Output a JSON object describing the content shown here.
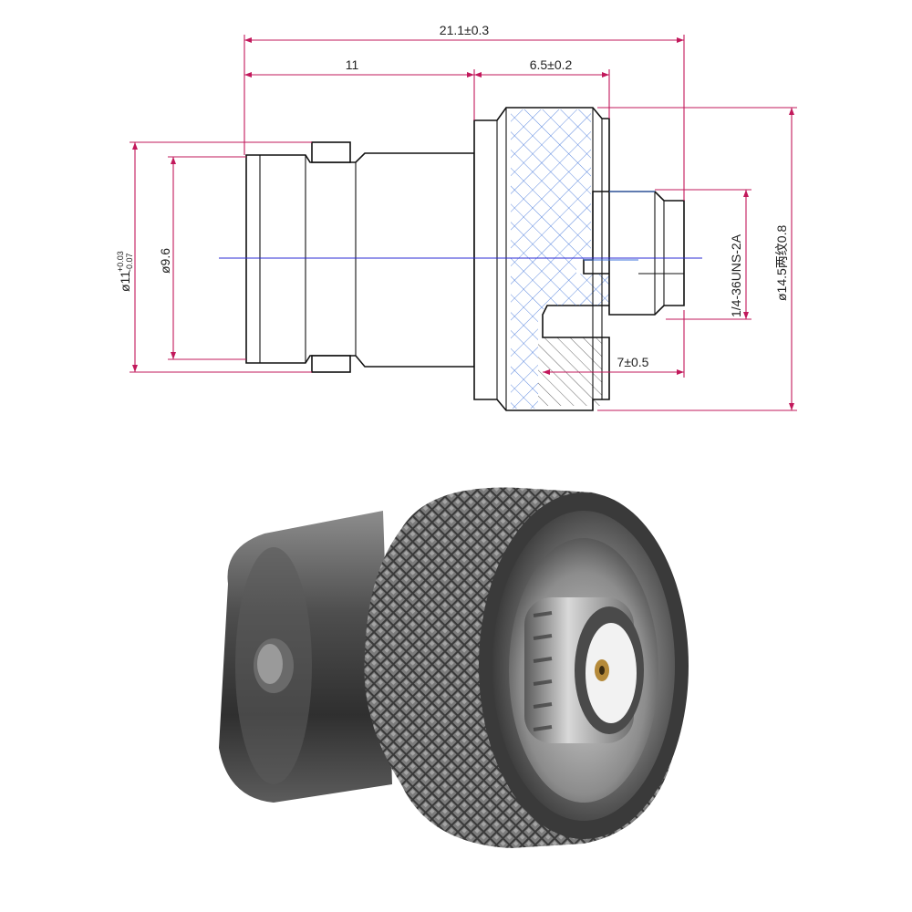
{
  "diagram": {
    "dimensions": {
      "overall_length": "21.1±0.3",
      "body_length": "11",
      "nut_length": "6.5±0.2",
      "outer_diameter": "ø11",
      "outer_diameter_tol_upper": "+0.03",
      "outer_diameter_tol_lower": "-0.07",
      "inner_diameter": "ø9.6",
      "thread_spec": "1/4-36UNS-2A",
      "nut_diameter": "ø14.5两纹0.8",
      "bore_depth": "7±0.5"
    },
    "colors": {
      "dimension_line": "#c2185b",
      "center_line": "#2b2bd6",
      "hatch": "#3a6fd8",
      "outline": "#111111"
    }
  },
  "photo": {
    "subject": "BNC female to SMA female adapter with knurled nut"
  }
}
